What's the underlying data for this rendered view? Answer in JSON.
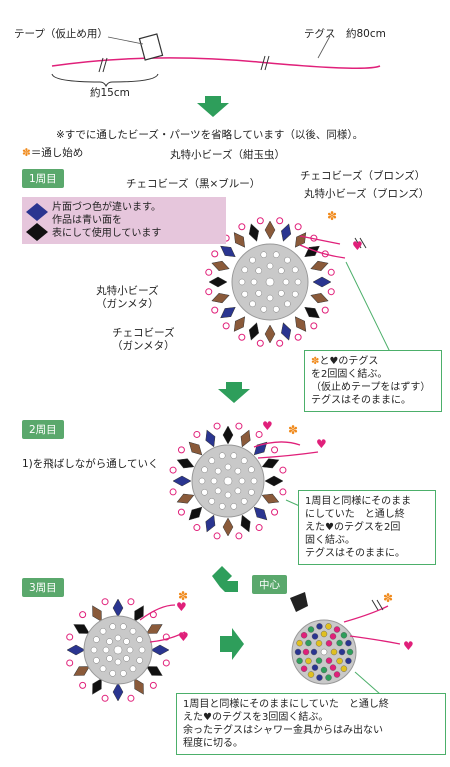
{
  "top": {
    "tape_label": "テープ（仮止め用）",
    "thread_label": "テグス　約80cm",
    "length_label": "約15cm"
  },
  "note_main": "※すでに通したビーズ・パーツを省略しています（以後、同様）。",
  "legend_start": "＝通し始め",
  "step1": {
    "title": "1周目",
    "label_top_center": "丸特小ビーズ（紺玉虫）",
    "label_czech_black": "チェコビーズ（黒×ブルー）",
    "label_czech_bronze": "チェコビーズ（ブロンズ）",
    "label_maru_bronze": "丸特小ビーズ（ブロンズ）",
    "label_maru_gunmetal": "丸特小ビーズ\n（ガンメタ）",
    "label_czech_gunmetal": "チェコビーズ\n（ガンメタ）",
    "pink_note": [
      "片面づつ色が違います。",
      "作品は青い面を",
      "表にして使用しています"
    ],
    "green_note": [
      "と♥のテグス",
      "を2回固く結ぶ。",
      "（仮止めテープをはずす）",
      "テグスはそのままに。"
    ]
  },
  "step2": {
    "title": "2周目",
    "instruction": "1)を飛ばしながら通していく",
    "green_note": [
      "1周目と同様にそのまま",
      "にしていた　と通し終",
      "えた♥のテグスを2回",
      "固く結ぶ。",
      "テグスはそのままに。"
    ]
  },
  "step3": {
    "title": "3周目"
  },
  "center": {
    "title": "中心"
  },
  "final_note": [
    "1周目と同様にそのままにしていた　と通し終",
    "えた♥のテグスを3回固く結ぶ。",
    "余ったテグスはシャワー金具からはみ出ない",
    "程度に切る。"
  ],
  "colors": {
    "arrow": "#2e9e5b",
    "thread": "#e0207a",
    "step_bg": "#5aa86c",
    "note_border": "#4caf6a",
    "pink_bg": "#e6c6dc",
    "blue_bead": "#2a3590",
    "bronze_bead": "#8a5a3a"
  }
}
